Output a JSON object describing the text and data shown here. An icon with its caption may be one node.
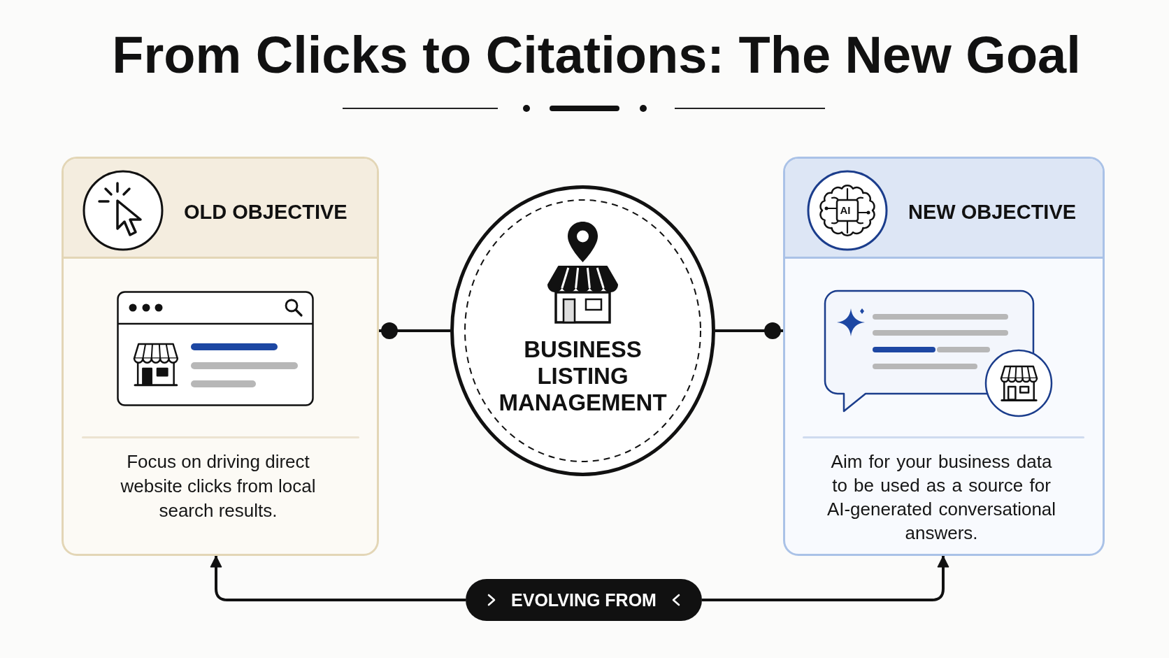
{
  "diagram": {
    "title": "From Clicks to Citations: The New Goal",
    "nodes": [
      {
        "text": [
          "OLD OBJECTIVE",
          "Focus on driving direct website clicks from local search results."
        ]
      },
      {
        "text": [
          "BUSINESS LISTING MANAGEMENT"
        ]
      },
      {
        "text": [
          "NEW OBJECTIVE",
          "Aim for your business data to be used as a source for AI-generated conversational answers."
        ]
      },
      {
        "text": [
          "EVOLVING FROM"
        ]
      }
    ],
    "edges": [
      {
        "from": 1,
        "to": 0,
        "arrow": "other"
      },
      {
        "from": 1,
        "to": 2,
        "arrow": "other"
      },
      {
        "from": 3,
        "to": 0,
        "arrow": "to"
      },
      {
        "from": 3,
        "to": 2,
        "arrow": "to"
      }
    ],
    "labels": [
      "AI"
    ]
  }
}
